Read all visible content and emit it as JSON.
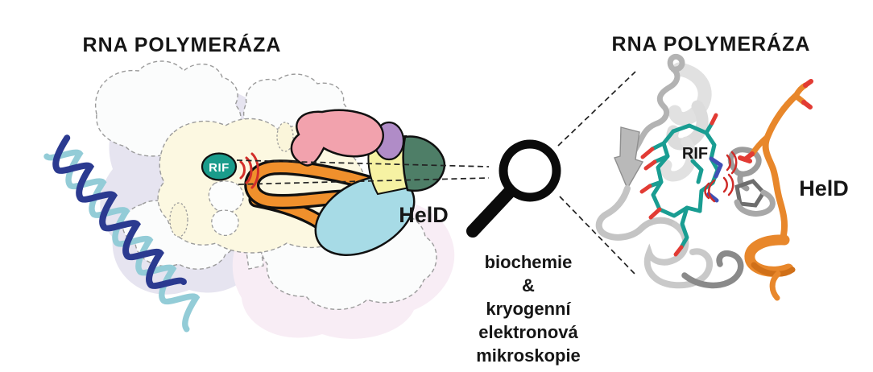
{
  "figure": {
    "left_panel": {
      "title": "RNA POLYMERÁZA",
      "rif_badge_label": "RIF",
      "held_label": "HelD"
    },
    "center": {
      "magnifier_icon": "magnifying-glass",
      "method_lines": {
        "line1": "biochemie",
        "line2": "&",
        "line3": "kryogenní",
        "line4": "elektronová",
        "line5": "mikroskopie"
      }
    },
    "right_panel": {
      "title": "RNA POLYMERÁZA",
      "rif_label": "RIF",
      "held_label": "HelD"
    },
    "colors": {
      "rif_badge_teal": "#1a9c8b",
      "held_orange": "#f0902c",
      "dna_dark_strand": "#2b3a90",
      "dna_light_strand": "#93ccd7",
      "rnap_body_cream": "#fcf8e1",
      "domain_pink": "#f2a2ad",
      "domain_purple": "#b08cc7",
      "domain_yellow": "#f6f2a3",
      "domain_green": "#4e7e67",
      "domain_blue": "#a7dbe6",
      "signal_red": "#d32f2a",
      "ribbon_gray": "#c6c6c6",
      "stick_teal": "#199d92",
      "background_lavender": "#e6e4f0",
      "background_pink": "#f8edf5"
    }
  }
}
